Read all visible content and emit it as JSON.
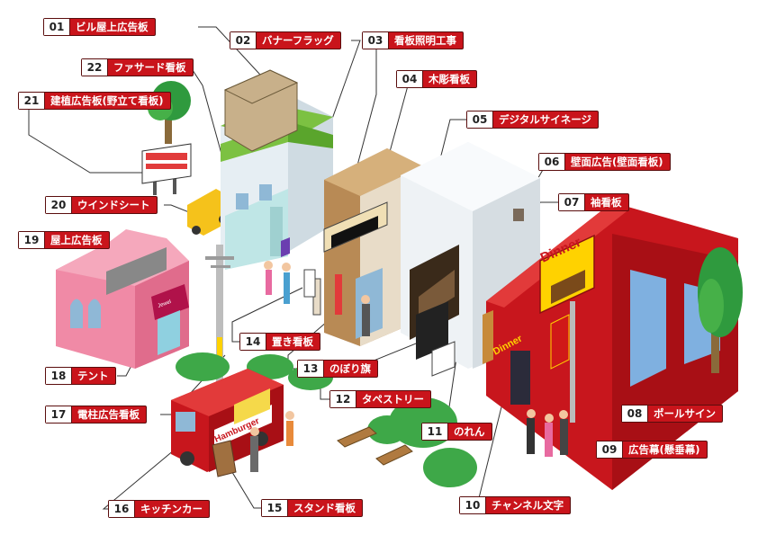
{
  "labels": [
    {
      "num": "01",
      "text": "ビル屋上広告板"
    },
    {
      "num": "02",
      "text": "バナーフラッグ"
    },
    {
      "num": "03",
      "text": "看板照明工事"
    },
    {
      "num": "04",
      "text": "木彫看板"
    },
    {
      "num": "05",
      "text": "デジタルサイネージ"
    },
    {
      "num": "06",
      "text": "壁面広告(壁面看板)"
    },
    {
      "num": "07",
      "text": "袖看板"
    },
    {
      "num": "08",
      "text": "ポールサイン"
    },
    {
      "num": "09",
      "text": "広告幕(懸垂幕)"
    },
    {
      "num": "10",
      "text": "チャンネル文字"
    },
    {
      "num": "11",
      "text": "のれん"
    },
    {
      "num": "12",
      "text": "タペストリー"
    },
    {
      "num": "13",
      "text": "のぼり旗"
    },
    {
      "num": "14",
      "text": "置き看板"
    },
    {
      "num": "15",
      "text": "スタンド看板"
    },
    {
      "num": "16",
      "text": "キッチンカー"
    },
    {
      "num": "17",
      "text": "電柱広告看板"
    },
    {
      "num": "18",
      "text": "テント"
    },
    {
      "num": "19",
      "text": "屋上広告板"
    },
    {
      "num": "20",
      "text": "ウインドシート"
    },
    {
      "num": "21",
      "text": "建植広告板(野立て看板)"
    },
    {
      "num": "22",
      "text": "ファサード看板"
    }
  ],
  "signs": {
    "pole_sign": "Dinner",
    "channel_letters": "Dinner",
    "food_truck": "Hamburger",
    "tent": "Jewel"
  },
  "colors": {
    "label_fill": "#c9141b",
    "label_border": "#5a0d0d",
    "red_building": "#c8161d",
    "green_accent": "#7cc142",
    "pink_building": "#f08aa6",
    "yellow_sign": "#ffd200"
  }
}
